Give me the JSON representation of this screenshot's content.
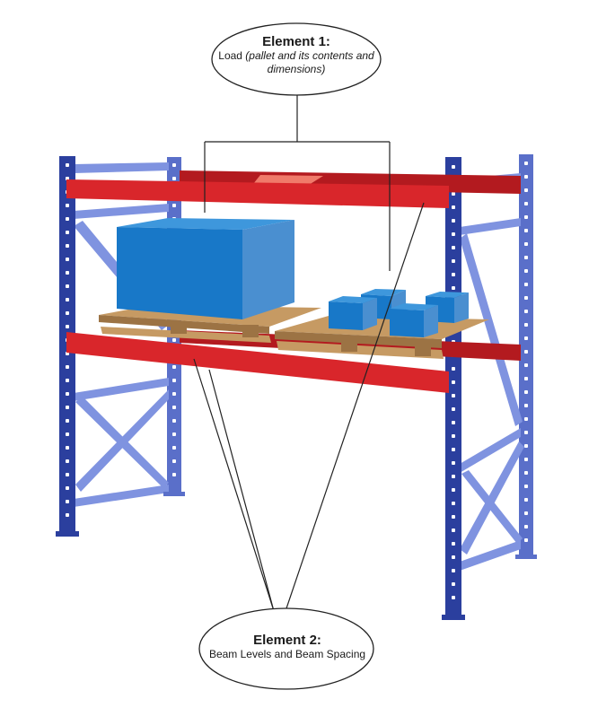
{
  "colors": {
    "upright": "#2b3f9e",
    "upright_light": "#5a6fc9",
    "brace": "#7f93e0",
    "beam": "#d9262b",
    "beam_dark": "#b31a1f",
    "pallet": "#c69a63",
    "pallet_dark": "#9c7344",
    "box_front": "#1878c8",
    "box_top": "#3e97dc",
    "box_side": "#4a8fd0",
    "line": "#222222"
  },
  "callouts": {
    "element_1": {
      "title": "Element 1:",
      "body_plain": "Load ",
      "body_italic": "(pallet and its contents and dimensions)"
    },
    "element_2": {
      "title": "Element 2:",
      "body": "Beam Levels and Beam Spacing"
    }
  }
}
